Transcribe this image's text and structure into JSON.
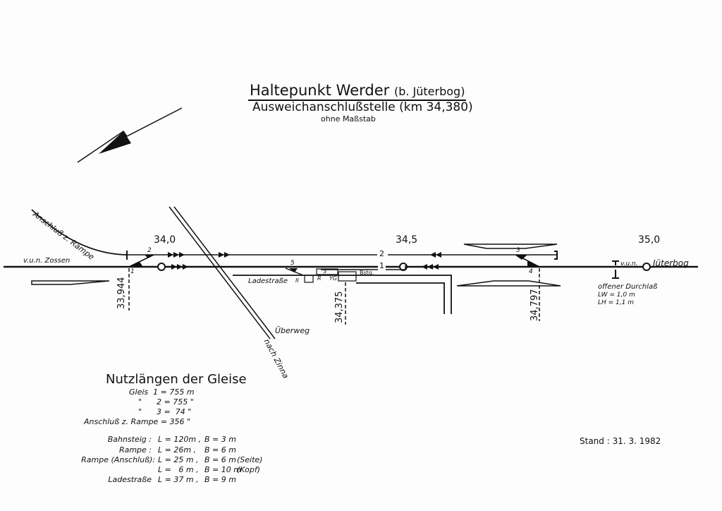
{
  "header": {
    "title": "Haltepunkt Werder",
    "title_suffix": "(b. Jüterbog)",
    "subtitle": "Ausweichanschlußstelle (km 34,380)",
    "scale_note": "ohne Maßstab"
  },
  "track_labels": {
    "anschluss": "Anschluß z. Rampe",
    "zossen": "v.u.n. Zossen",
    "jueterbog_prefix": "v.u.n.",
    "jueterbog": "Jüterbog",
    "track1": "1",
    "track2": "2",
    "track3": "3",
    "switch1": "1",
    "switch2": "2",
    "switch3": "3",
    "switch4": "4",
    "switch5": "5",
    "ladestrasse": "Ladestraße",
    "roman2": "II",
    "r": "R",
    "yg": "YG",
    "bstg": "Bstg.",
    "ueberweg": "Überweg",
    "nach_zinna": "nach Zinna"
  },
  "km_markers": [
    "34,0",
    "34,5",
    "35,0"
  ],
  "km_posts": [
    "33,944",
    "34,375",
    "34,797"
  ],
  "durchlass": {
    "title": "offener Durchlaß",
    "lw": "LW = 1,0 m",
    "lh": "LH = 1,1 m"
  },
  "nutzlaengen": {
    "heading": "Nutzlängen der Gleise",
    "rows": [
      {
        "label": "Gleis  1",
        "value": "755 m"
      },
      {
        "label": "\"      2",
        "value": "755 \""
      },
      {
        "label": "\"      3",
        "value": " 74 \""
      },
      {
        "label": "Anschluß z. Rampe",
        "value": "356 \""
      }
    ],
    "dims": [
      {
        "label": "Bahnsteig :",
        "l": "L = 120m ,",
        "b": "B = 3 m",
        "note": ""
      },
      {
        "label": "Rampe :",
        "l": "L = 26m ,",
        "b": "B = 6 m",
        "note": ""
      },
      {
        "label": "Rampe (Anschluß):",
        "l": "L = 25 m ,",
        "b": "B = 6 m",
        "note": "(Seite)"
      },
      {
        "label": "",
        "l": "L =   6 m ,",
        "b": "B = 10 m",
        "note": "(Kopf)"
      },
      {
        "label": "Ladestraße",
        "l": "L = 37 m ,",
        "b": "B = 9 m",
        "note": ""
      }
    ]
  },
  "stand": "Stand : 31. 3. 1982"
}
